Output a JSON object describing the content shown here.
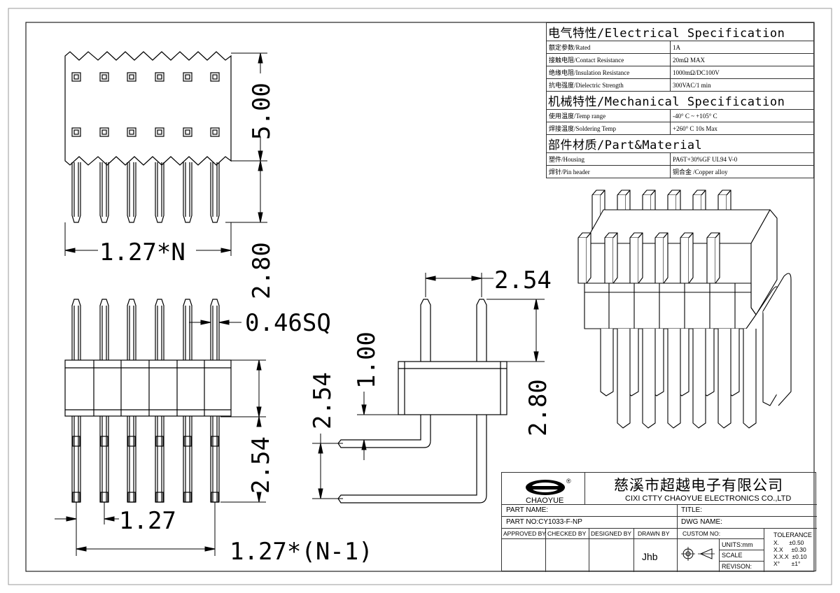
{
  "dimensions": {
    "five_00": "5.00",
    "two_80_left": "2.80",
    "pitch_n": "1.27*N",
    "sq": "0.46SQ",
    "two_54_left": "2.54",
    "one_27": "1.27",
    "pitch_n1": "1.27*(N-1)",
    "row_2_54": "2.54",
    "one_00": "1.00",
    "two_54_side": "2.54",
    "two_80_right": "2.80"
  },
  "spec": {
    "electrical_header": "电气特性/Electrical Specification",
    "rated_label": "额定参数/Rated",
    "rated_value": "1A",
    "contact_label": "接触电阻/Contact Resistance",
    "contact_value": "20mΩ MAX",
    "insulation_label": "绝缘电阻/Insulation Resistance",
    "insulation_value": "1000mΩ/DC100V",
    "dielectric_label": "抗电强度/Dielectric Strength",
    "dielectric_value": "300VAC/1 min",
    "mechanical_header": "机械特性/Mechanical Specification",
    "temp_label": "使用温度/Temp range",
    "temp_value": "-40° C ~ +105° C",
    "solder_label": "焊接温度/Soldering Temp",
    "solder_value": "+260° C  10s Max",
    "material_header": "部件材质/Part&Material",
    "housing_label": "塑件/Housing",
    "housing_value": "PA6T+30%GF  UL94  V-0",
    "pin_label": "焊针/Pin header",
    "pin_value": "铜合金 /Copper alloy"
  },
  "title_block": {
    "logo_text": "CHAOYUE",
    "company_cn": "慈溪市超越电子有限公司",
    "company_en": "CIXI CTTY CHAOYUE ELECTRONICS CO.,LTD",
    "part_name_label": "PART NAME:",
    "title_label": "TITLE:",
    "part_no_label": "PART NO:CY1033-F-NP",
    "dwg_name_label": "DWG NAME:",
    "approved_by": "APPROVED BY",
    "checked_by": "CHECKED BY",
    "designed_by": "DESIGNED BY",
    "drawn_by": "DRAWN BY",
    "drawn_by_value": "Jhb",
    "custom_no": "CUSTOM NO:",
    "units": "UNITS:mm",
    "scale": "SCALE",
    "revision": "REVISON:",
    "tolerance_title": "TOLERANCE",
    "tol_1": "X.      ±0.50",
    "tol_2": "X.X     ±0.30",
    "tol_3": "X.X.X  ±0.10",
    "tol_4": "X°       ±1°"
  }
}
